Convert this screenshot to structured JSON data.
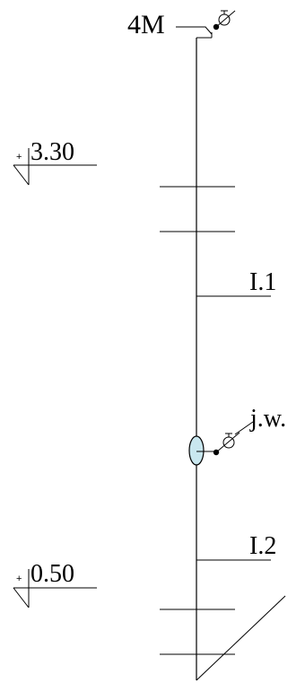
{
  "diagram": {
    "riser_tag": "4M",
    "levels": [
      {
        "sign": "+",
        "value": "3.30"
      },
      {
        "sign": "+",
        "value": "0.50"
      }
    ],
    "branches": [
      {
        "label": "I.1"
      },
      {
        "label": "I.2"
      }
    ],
    "meter_label": "j.w.",
    "colors": {
      "line": "#000000",
      "meter_fill": "#c9e7ef"
    },
    "icons": [
      "valve-icon",
      "valve-icon",
      "water-meter-icon",
      "level-marker-icon"
    ]
  }
}
